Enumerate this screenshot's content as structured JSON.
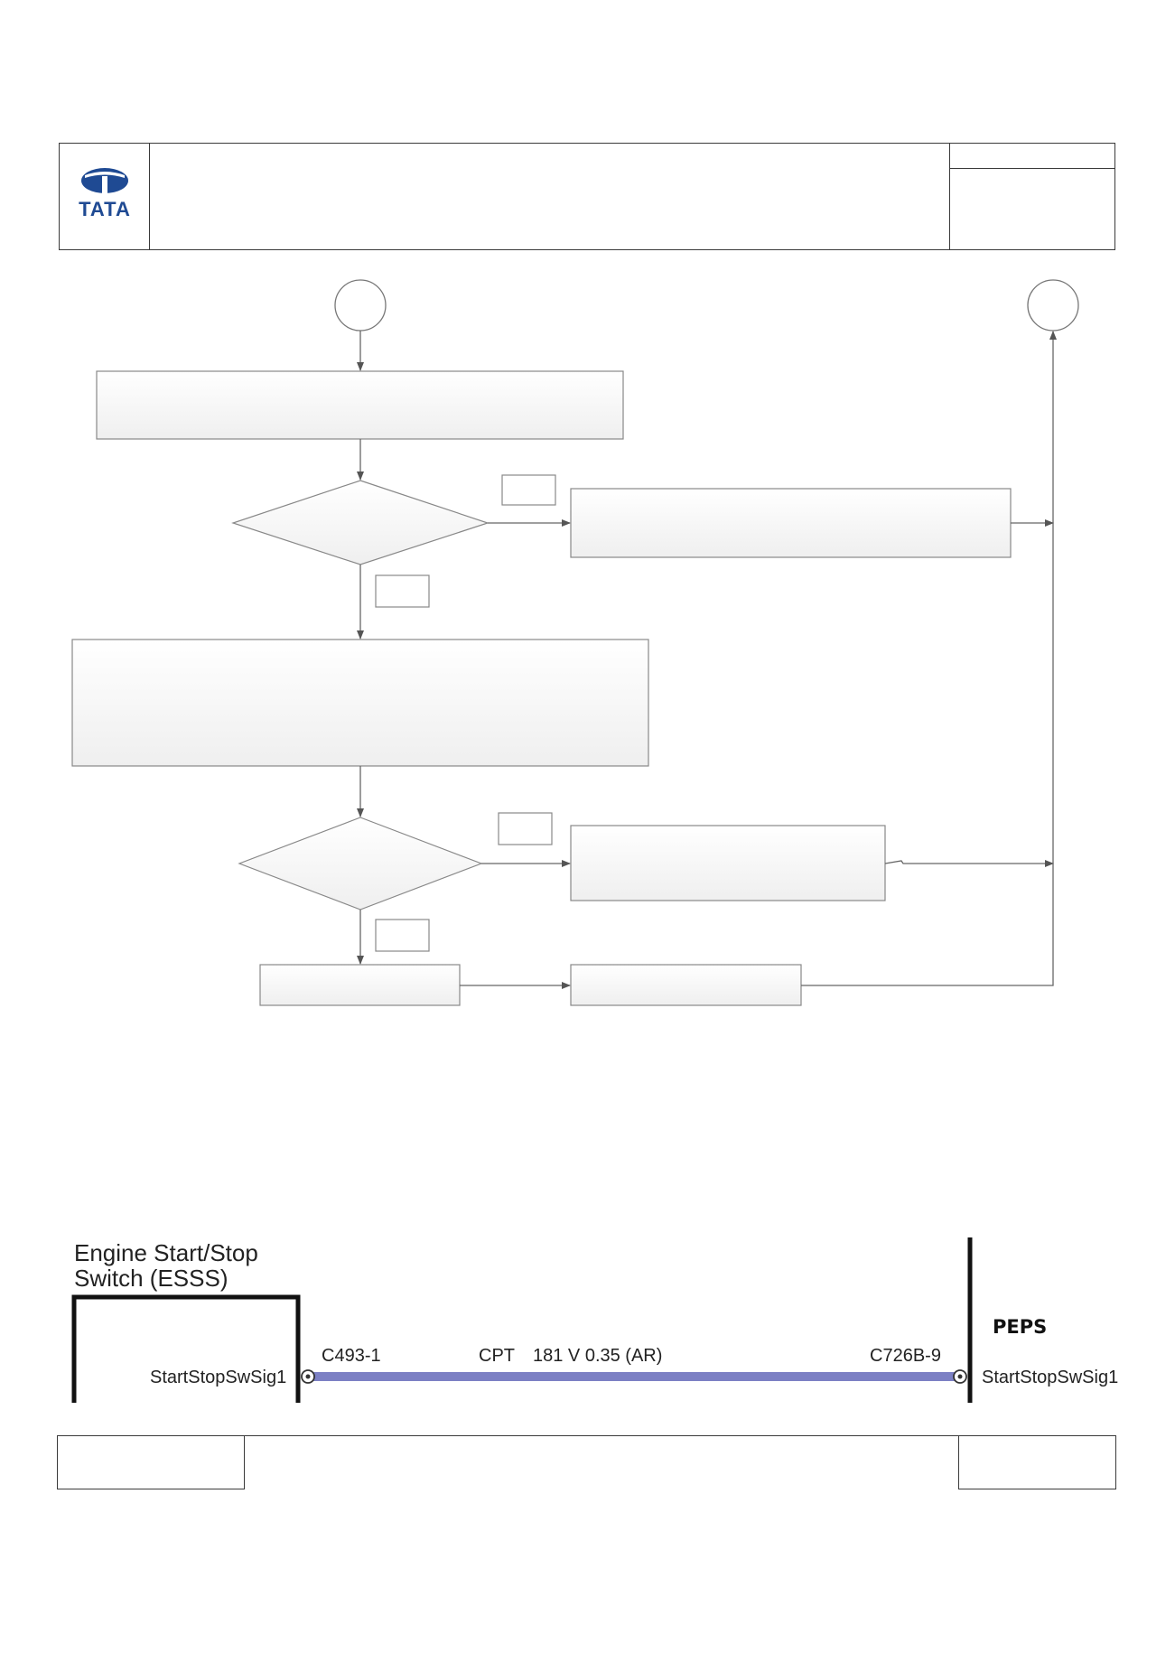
{
  "header": {
    "logo_text": "TATA",
    "logo_icon": "tata-logo-icon"
  },
  "wiring_diagram": {
    "component_left": "Engine Start/Stop\nSwitch (ESSS)",
    "component_left_line1": "Engine Start/Stop",
    "component_left_line2": "Switch (ESSS)",
    "pin_left_signal": "StartStopSwSig1",
    "connector_left": "C493-1",
    "circuit_code": "CPT",
    "wire_spec": "181 V 0.35 (AR)",
    "connector_right": "C726B-9",
    "component_right": "PEPS",
    "pin_right_signal": "StartStopSwSig1",
    "wire_color": "#7c80c4"
  },
  "flowchart": {
    "box_fill": "#f3f3f3",
    "stroke_color": "#6e6e6e"
  }
}
